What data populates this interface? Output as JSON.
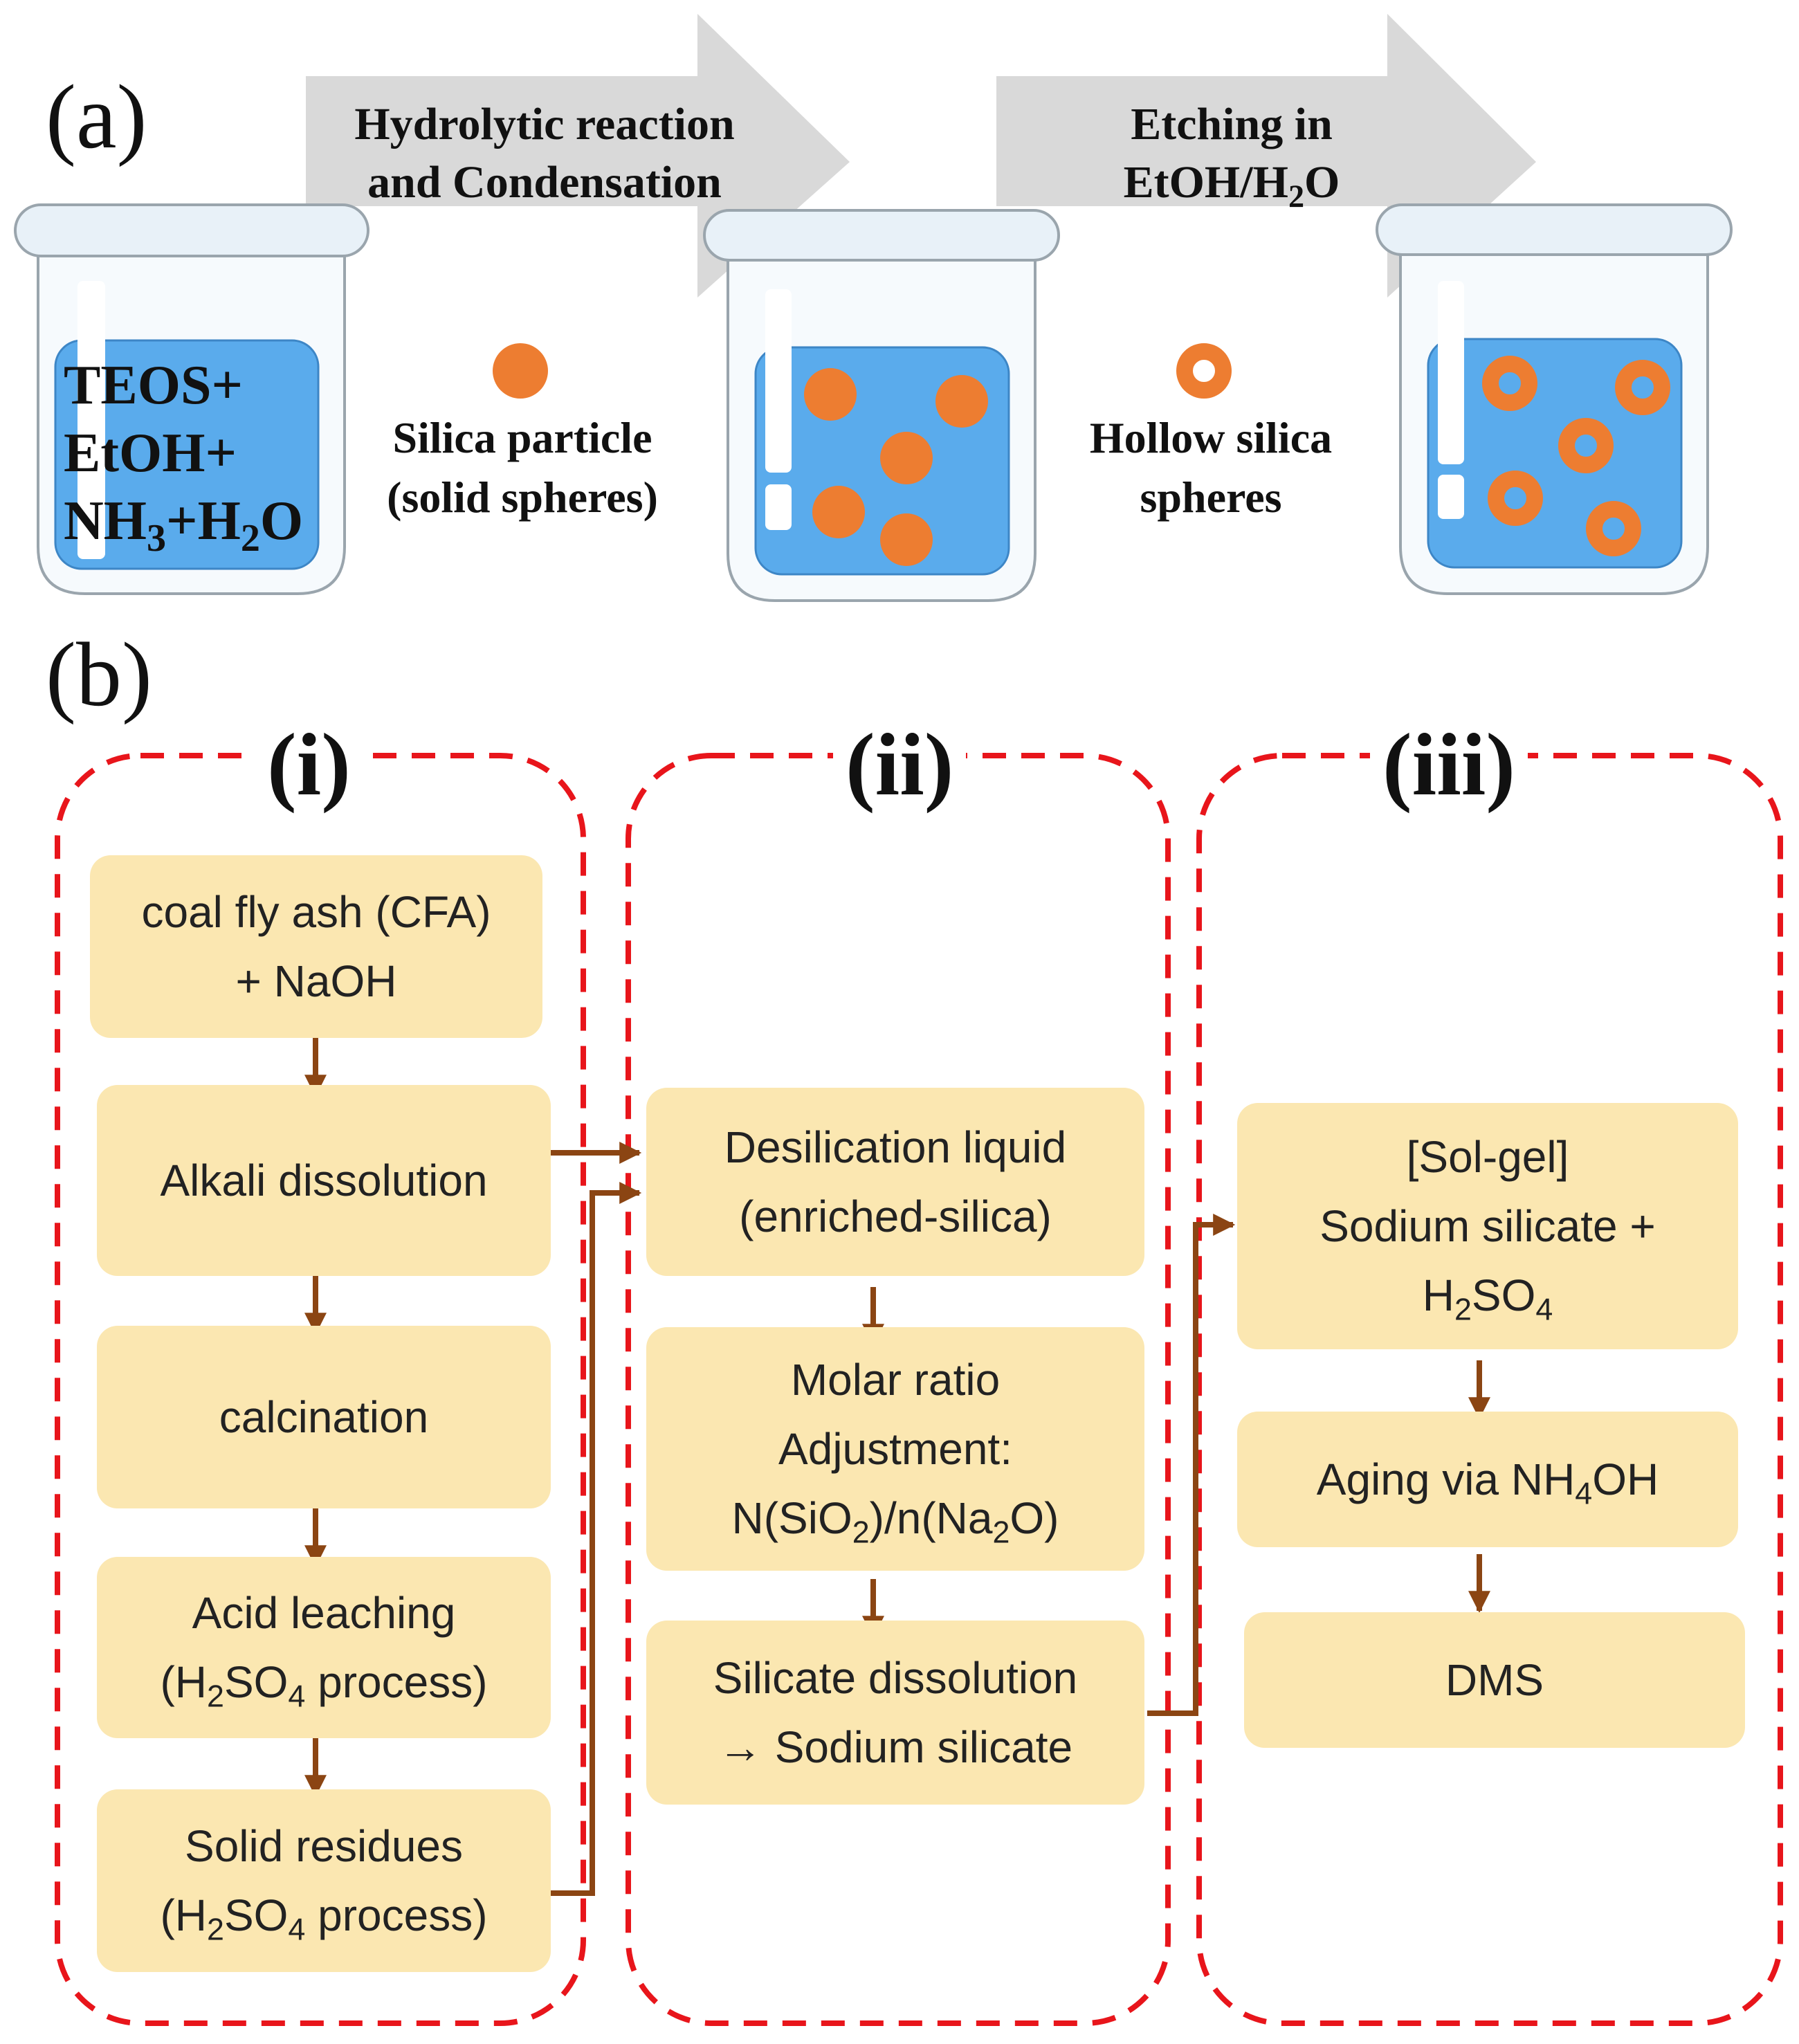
{
  "panel_a": {
    "label": "(a)",
    "arrow1": {
      "line1": "Hydrolytic reaction",
      "line2": "and Condensation"
    },
    "arrow2": {
      "line1": "Etching in",
      "line2_base": "EtOH/H",
      "line2_sub": "2",
      "line2_end": "O"
    },
    "beaker1": {
      "line1": "TEOS+",
      "line2": "EtOH+",
      "line3_a": "NH",
      "line3_sub1": "3",
      "line3_b": "+H",
      "line3_sub2": "2",
      "line3_c": "O"
    },
    "legend_solid": {
      "line1": "Silica particle",
      "line2": "(solid spheres)"
    },
    "legend_hollow": {
      "line1": "Hollow silica",
      "line2": "spheres"
    }
  },
  "panel_b": {
    "label": "(b)",
    "sections": {
      "i": "(i)",
      "ii": "(ii)",
      "iii": "(iii)"
    },
    "col1": {
      "box1": {
        "line1": "coal fly ash (CFA)",
        "line2": "+ NaOH"
      },
      "box2": {
        "line1": "Alkali dissolution"
      },
      "box3": {
        "line1": "calcination"
      },
      "box4": {
        "line1": "Acid leaching",
        "l2a": "(H",
        "l2s1": "2",
        "l2b": "SO",
        "l2s2": "4",
        "l2c": " process)"
      },
      "box5": {
        "line1": "Solid residues",
        "l2a": "(H",
        "l2s1": "2",
        "l2b": "SO",
        "l2s2": "4",
        "l2c": " process)"
      }
    },
    "col2": {
      "box1": {
        "line1": "Desilication liquid",
        "line2": "(enriched-silica)"
      },
      "box2": {
        "line1": "Molar ratio",
        "line2": "Adjustment:",
        "l3a": "N(SiO",
        "l3s1": "2",
        "l3b": ")/n(Na",
        "l3s2": "2",
        "l3c": "O)"
      },
      "box3": {
        "line1": "Silicate dissolution",
        "line2": "→ Sodium silicate"
      }
    },
    "col3": {
      "box1": {
        "line1": "[Sol-gel]",
        "line2": "Sodium silicate +",
        "l3a": "H",
        "l3s1": "2",
        "l3b": "SO",
        "l3s2": "4"
      },
      "box2": {
        "l1a": "Aging  via NH",
        "l1s": "4",
        "l1b": "OH"
      },
      "box3": {
        "line1": "DMS"
      }
    }
  },
  "colors": {
    "liquid": "#5aabec",
    "particle": "#ed7d31",
    "box_fill": "#fbe7b1",
    "dashed_border": "#e8151b",
    "flow_arrow": "#8b4513",
    "process_arrow": "#d9d9d9"
  }
}
